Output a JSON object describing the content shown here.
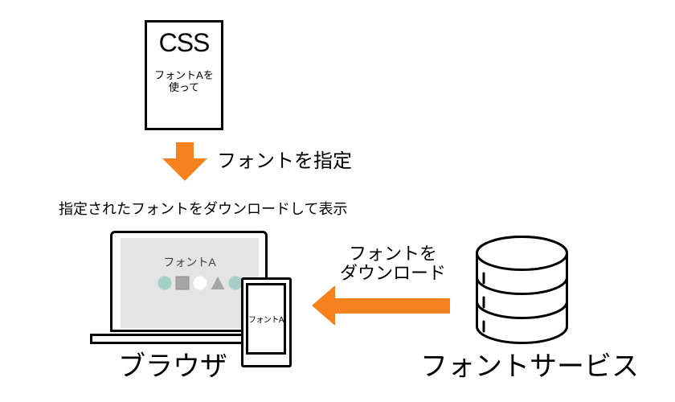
{
  "colors": {
    "arrow_orange": "#f6821f",
    "screen_gray": "#e4e4e4",
    "shape_teal": "#a5cec6",
    "shape_gray": "#a6a6a6",
    "shape_gray_border": "#8f8f8f",
    "shape_white": "#ffffff",
    "line_black": "#000000",
    "screen_text_color": "#404040"
  },
  "css_card": {
    "title": "CSS",
    "body_line1": "フォントAを",
    "body_line2": "使って"
  },
  "specify_arrow": {
    "label": "フォントを指定"
  },
  "caption": "指定されたフォントをダウンロードして表示",
  "browser": {
    "screen_text": "フォントA",
    "phone_text": "フォントA",
    "label": "ブラウザ"
  },
  "download_arrow": {
    "label_line1": "フォントを",
    "label_line2": "ダウンロード"
  },
  "font_service": {
    "label": "フォントサービス"
  }
}
